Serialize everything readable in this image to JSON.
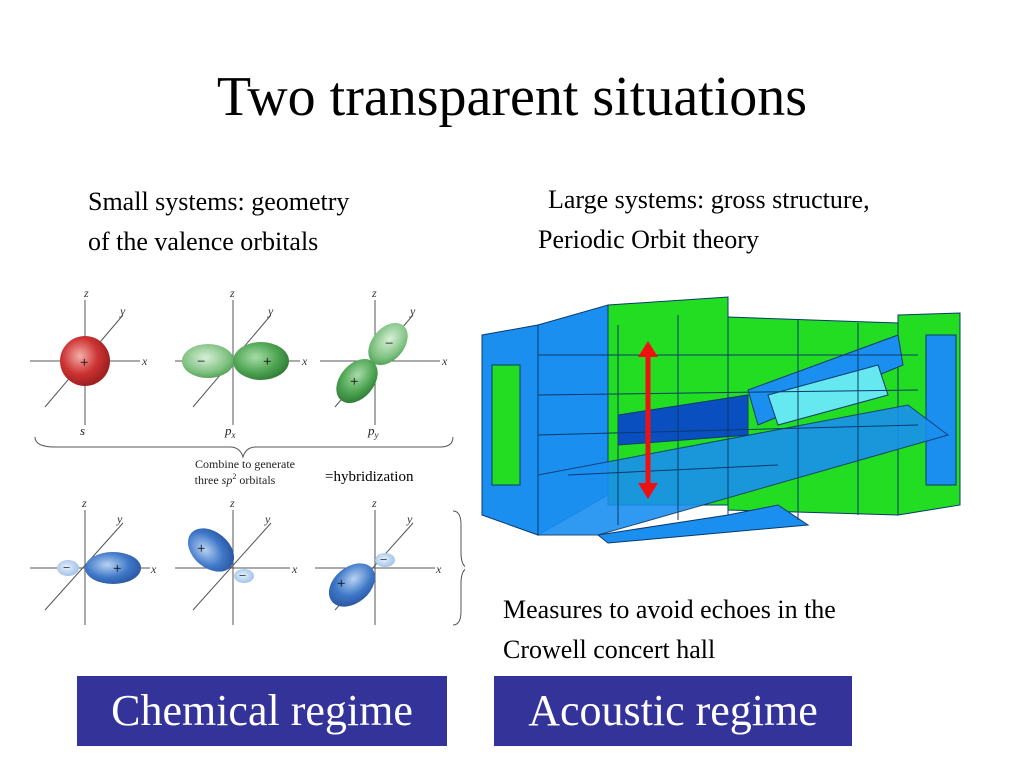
{
  "slide": {
    "title": "Two transparent situations",
    "left_caption": "Small systems: geometry\nof the valence orbitals",
    "right_caption": "Large systems: gross structure,\nPeriodic Orbit theory",
    "hybridization_note": "=hybridization",
    "hall_caption": "Measures to avoid echoes in the\nCrowell concert hall",
    "left_regime": "Chemical regime",
    "right_regime": "Acoustic regime"
  },
  "orbitals": {
    "axis_x": "x",
    "axis_y": "y",
    "axis_z": "z",
    "label_s": "s",
    "label_px": "p",
    "label_px_sub": "x",
    "label_py": "p",
    "label_py_sub": "y",
    "combine_line1": "Combine to generate",
    "combine_line2a": "three ",
    "combine_sp": "sp",
    "combine_sup": "2",
    "combine_line2b": " orbitals",
    "plus": "+",
    "minus": "−"
  },
  "colors": {
    "title_text": "#000000",
    "regime_bg": "#333399",
    "regime_text": "#ffffff",
    "s_orbital": "#cc3333",
    "p_orbital": "#66b36b",
    "sp2_orbital": "#3f78c8",
    "hall_blue": "#1a8ff0",
    "hall_green": "#22dd22",
    "arrow": "#ee1111"
  }
}
